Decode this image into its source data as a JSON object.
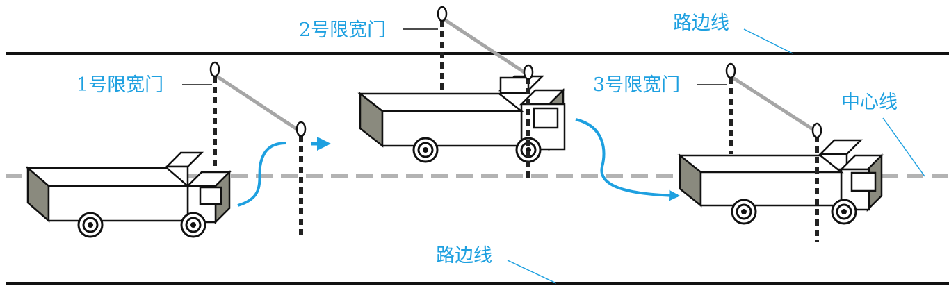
{
  "labels": {
    "gate1": "1号限宽门",
    "gate2": "2号限宽门",
    "gate3": "3号限宽门",
    "roadside_top": "路边线",
    "roadside_bottom": "路边线",
    "centerline": "中心线"
  },
  "colors": {
    "label": "#1ea0e0",
    "road_edge": "#111111",
    "center_dash": "#b3b3b3",
    "truck_side": "#8a8a7e",
    "post_dark": "#222222",
    "post_light": "#ffffff",
    "arm": "#a6a6a6"
  }
}
